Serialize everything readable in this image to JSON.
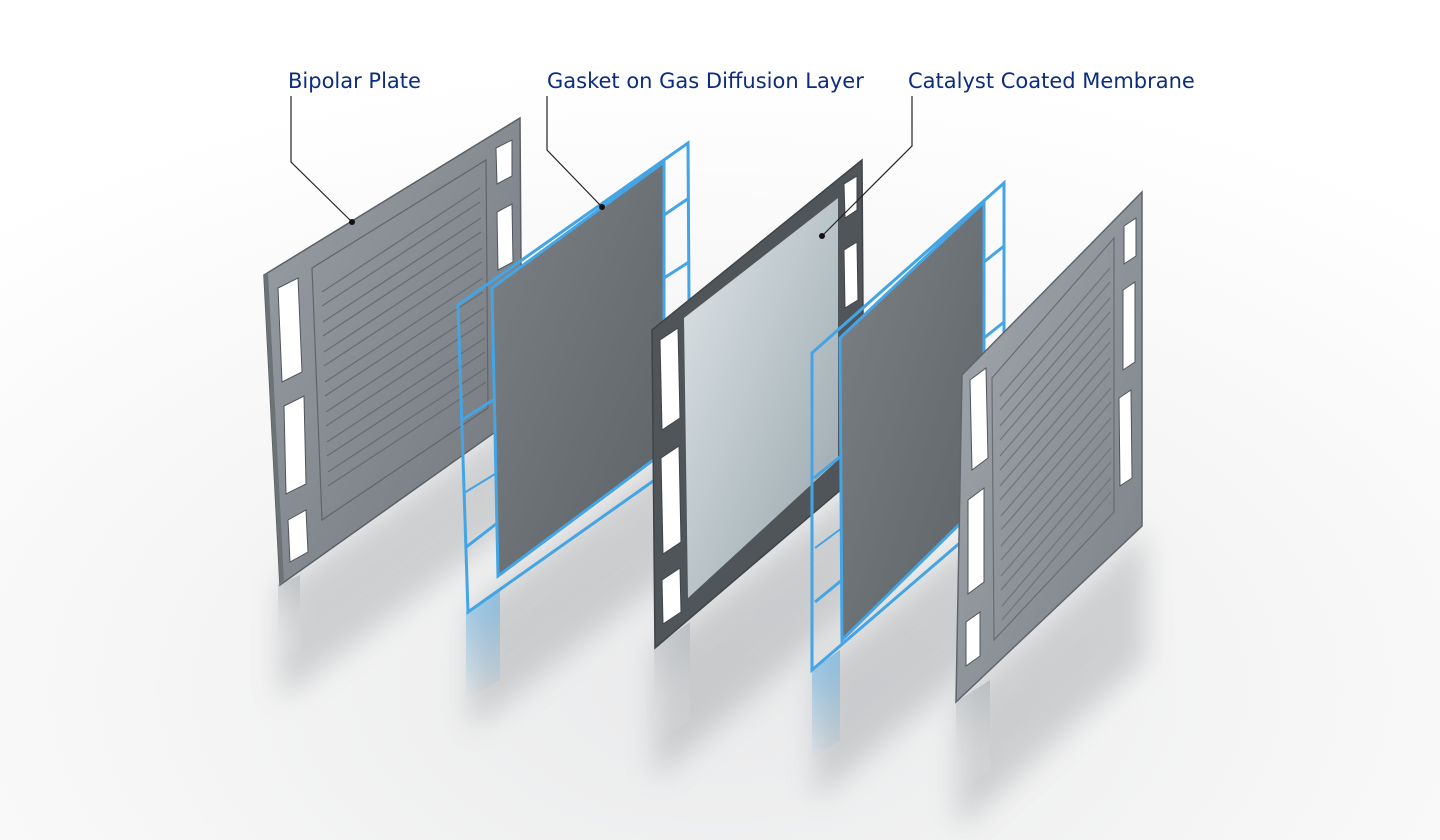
{
  "labels": {
    "bipolar_plate": "Bipolar Plate",
    "gasket_gdl": "Gasket on Gas Diffusion Layer",
    "ccm": "Catalyst Coated Membrane"
  },
  "colors": {
    "label_text": "#0b2c80",
    "leader_line": "#222222",
    "gasket_blue": "#44a4e4",
    "plate_metal": "#8a9096",
    "gdl_dark": "#6a7074",
    "membrane_light": "#c2ccd0",
    "membrane_frame": "#4f5559"
  }
}
